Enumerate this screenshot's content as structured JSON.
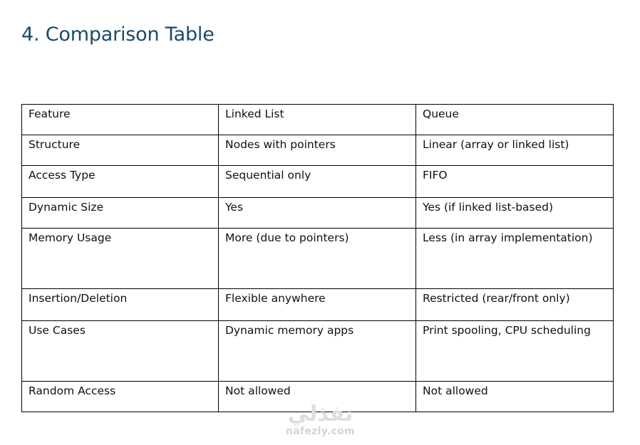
{
  "section": {
    "heading": "4. Comparison Table"
  },
  "table": {
    "header": [
      "Feature",
      "Linked List",
      "Queue"
    ],
    "rows": [
      [
        "Structure",
        "Nodes with pointers",
        "Linear (array or linked list)"
      ],
      [
        "Access Type",
        "Sequential only",
        "FIFO"
      ],
      [
        "Dynamic Size",
        "Yes",
        "Yes (if linked list-based)"
      ],
      [
        "Memory Usage",
        "More (due to pointers)",
        "Less (in array implementation)"
      ],
      [
        "Insertion/Deletion",
        "Flexible anywhere",
        "Restricted (rear/front only)"
      ],
      [
        "Use Cases",
        "Dynamic memory apps",
        "Print spooling, CPU scheduling"
      ],
      [
        "Random Access",
        "Not allowed",
        "Not allowed"
      ]
    ]
  },
  "watermark": {
    "logo_text": "نفذلي",
    "url_text": "nafezly.com"
  },
  "colors": {
    "heading": "#1b4b66",
    "text": "#111111",
    "border": "#000000",
    "watermark": "#d9d9d9"
  }
}
